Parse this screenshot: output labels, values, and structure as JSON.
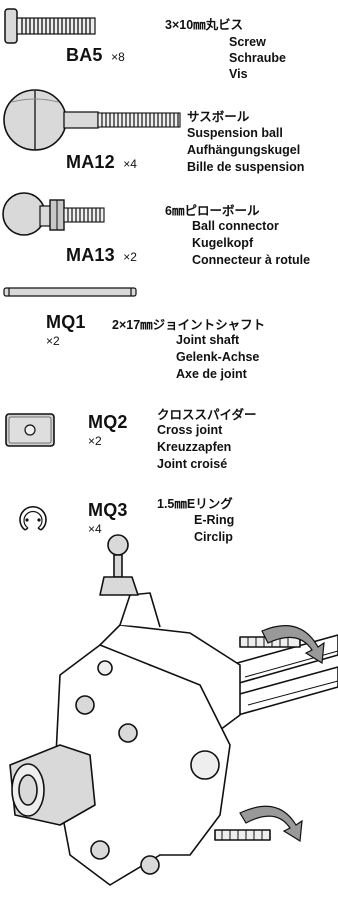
{
  "parts": [
    {
      "code": "BA5",
      "qty": "×8",
      "jp": "3×10㎜丸ビス",
      "names": [
        "Screw",
        "Schraube",
        "Vis"
      ],
      "icon": "screw-icon"
    },
    {
      "code": "MA12",
      "qty": "×4",
      "jp": "サスボール",
      "names": [
        "Suspension ball",
        "Aufhängungskugel",
        "Bille de suspension"
      ],
      "icon": "suspension-ball-icon"
    },
    {
      "code": "MA13",
      "qty": "×2",
      "jp": "6㎜ピローボール",
      "names": [
        "Ball connector",
        "Kugelkopf",
        "Connecteur à rotule"
      ],
      "icon": "ball-connector-icon"
    },
    {
      "code": "MQ1",
      "qty": "×2",
      "jp": "2×17㎜ジョイントシャフト",
      "names": [
        "Joint shaft",
        "Gelenk-Achse",
        "Axe de joint"
      ],
      "icon": "joint-shaft-icon"
    },
    {
      "code": "MQ2",
      "qty": "×2",
      "jp": "クロススパイダー",
      "names": [
        "Cross joint",
        "Kreuzzapfen",
        "Joint croisé"
      ],
      "icon": "cross-joint-icon"
    },
    {
      "code": "MQ3",
      "qty": "×4",
      "jp": "1.5㎜Eリング",
      "names": [
        "E-Ring",
        "Circlip"
      ],
      "icon": "e-ring-icon"
    }
  ],
  "colors": {
    "ink": "#111111",
    "part_gray": "#d9d9d9",
    "shadow_gray": "#b8b8b8",
    "paper": "#ffffff"
  }
}
